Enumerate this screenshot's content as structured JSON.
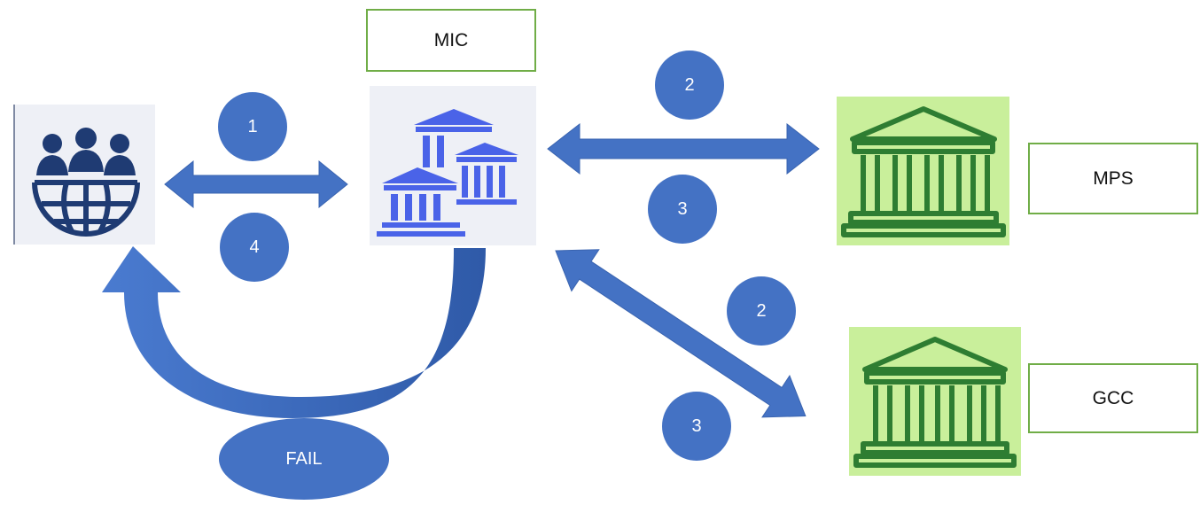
{
  "nodes": {
    "mic_label": "MIC",
    "mps_label": "MPS",
    "gcc_label": "GCC"
  },
  "steps": {
    "users_mic_request": "1",
    "users_mic_response": "4",
    "mic_mps_request": "2",
    "mic_mps_response": "3",
    "mic_gcc_request": "2",
    "mic_gcc_response": "3"
  },
  "fail_label": "FAIL",
  "colors": {
    "arrow": "#4472c4",
    "badge": "#4472c4",
    "bank_icon_fill": "#c9ef9b",
    "bank_icon_stroke": "#2e7d32",
    "box_border": "#70ad47",
    "users_icon": "#1f3b73",
    "mic_icon": "#4a63e8",
    "tile_bg": "#eef0f6"
  },
  "icons": {
    "users": "users-globe-icon",
    "mic": "bank-buildings-icon",
    "mps": "bank-icon",
    "gcc": "bank-icon"
  }
}
